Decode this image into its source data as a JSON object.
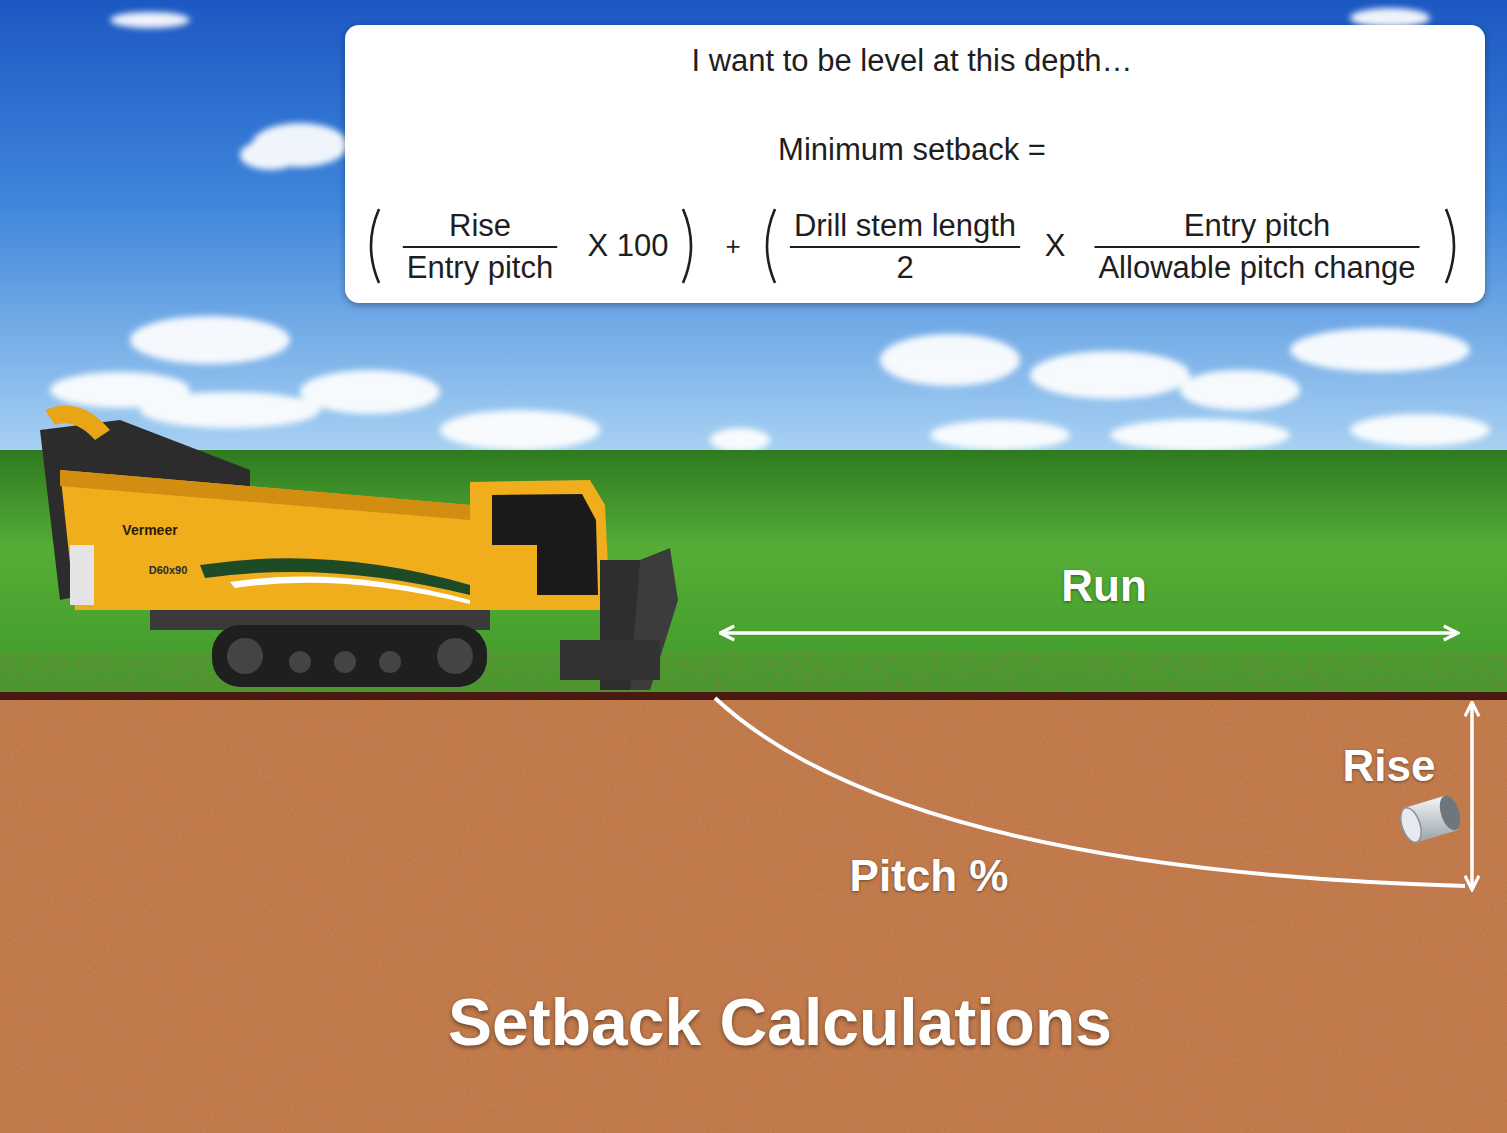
{
  "diagram": {
    "title": "Setback Calculations",
    "nodes": [
      {
        "text": [
          "I want to be level at this depth…",
          "Minimum setback =",
          "Rise",
          "Entry pitch",
          "X 100",
          "+",
          "Drill stem length",
          "2",
          "X",
          "Entry pitch",
          "Allowable pitch change"
        ]
      }
    ],
    "labels": [
      "Vermeer",
      "D60x90",
      "Run",
      "Rise",
      "Pitch %"
    ]
  }
}
